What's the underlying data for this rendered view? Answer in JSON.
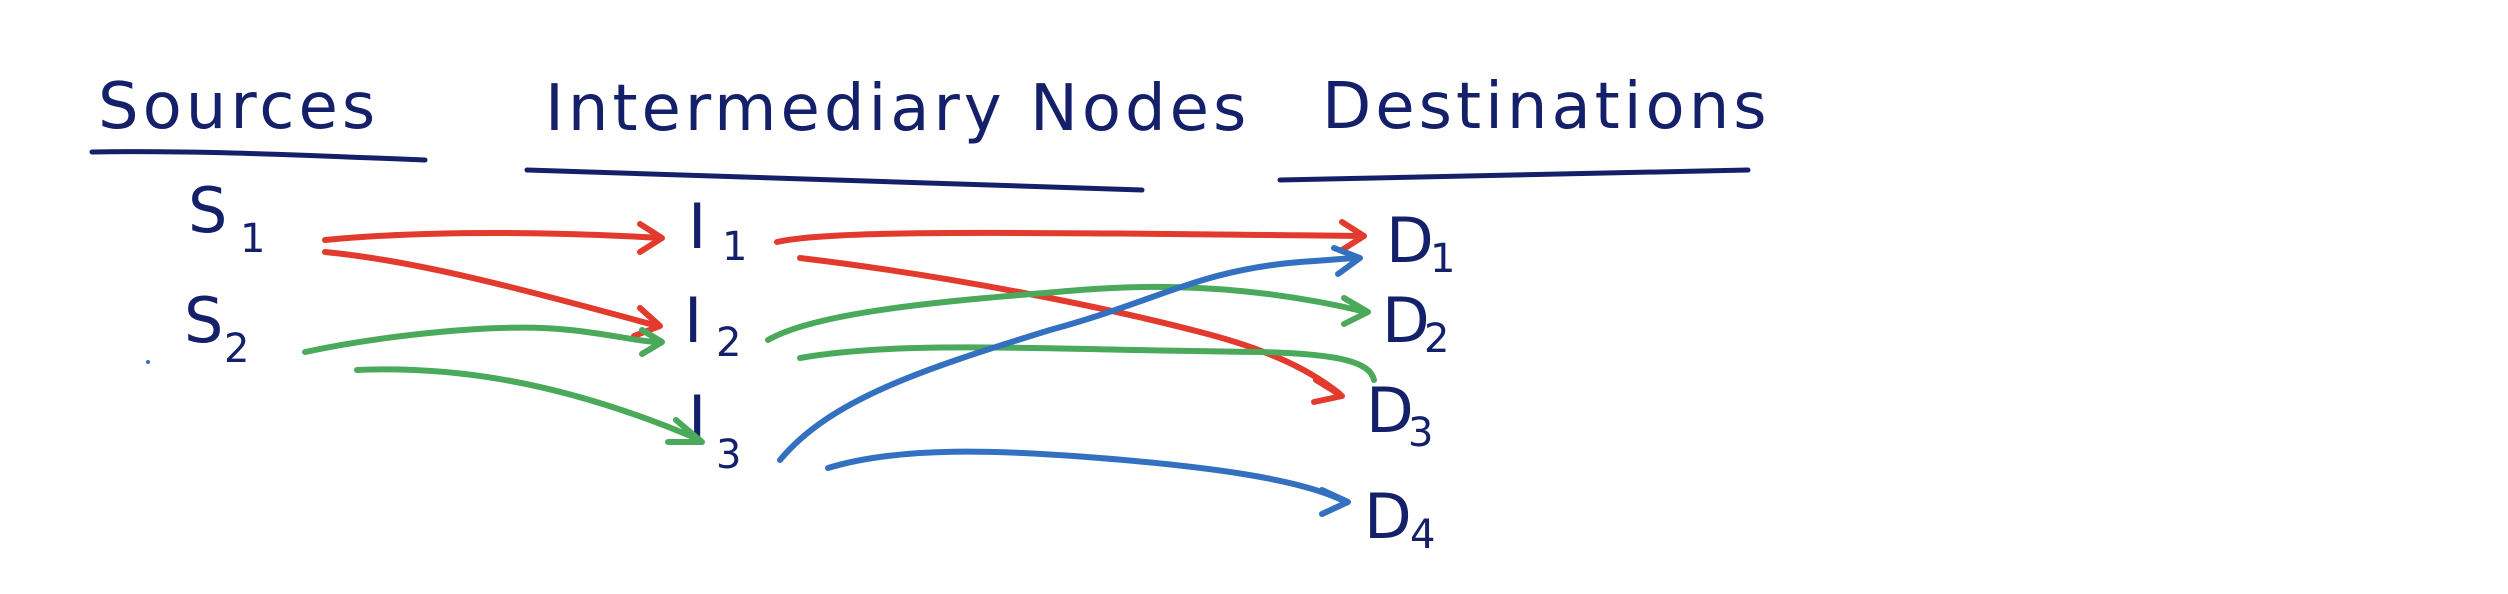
{
  "headings": {
    "sources": "Sources",
    "intermediary": "Intermediary Nodes",
    "destinations": "Destinations"
  },
  "nodes": {
    "s1": {
      "letter": "S",
      "sub": "1"
    },
    "s2": {
      "letter": "S",
      "sub": "2"
    },
    "i1": {
      "letter": "I",
      "sub": "1"
    },
    "i2": {
      "letter": "I",
      "sub": "2"
    },
    "i3": {
      "letter": "I",
      "sub": "3"
    },
    "d1": {
      "letter": "D",
      "sub": "1"
    },
    "d2": {
      "letter": "D",
      "sub": "2"
    },
    "d3": {
      "letter": "D",
      "sub": "3"
    },
    "d4": {
      "letter": "D",
      "sub": "4"
    }
  },
  "colors": {
    "ink": "#15206a",
    "red": "#e23a2c",
    "green": "#4aa95a",
    "blue": "#3470c0"
  },
  "flows": [
    {
      "from": "S1",
      "to": "I1",
      "color": "red"
    },
    {
      "from": "S1",
      "to": "I2",
      "color": "red"
    },
    {
      "from": "S2",
      "to": "I2",
      "color": "green"
    },
    {
      "from": "S2",
      "to": "I3",
      "color": "green"
    },
    {
      "from": "I1",
      "to": "D1",
      "color": "red"
    },
    {
      "from": "I1",
      "to": "D3",
      "color": "red"
    },
    {
      "from": "I2",
      "to": "D2",
      "color": "green"
    },
    {
      "from": "I2",
      "to": "D3",
      "color": "green"
    },
    {
      "from": "I3",
      "to": "D1",
      "color": "blue"
    },
    {
      "from": "I3",
      "to": "D4",
      "color": "blue"
    }
  ]
}
